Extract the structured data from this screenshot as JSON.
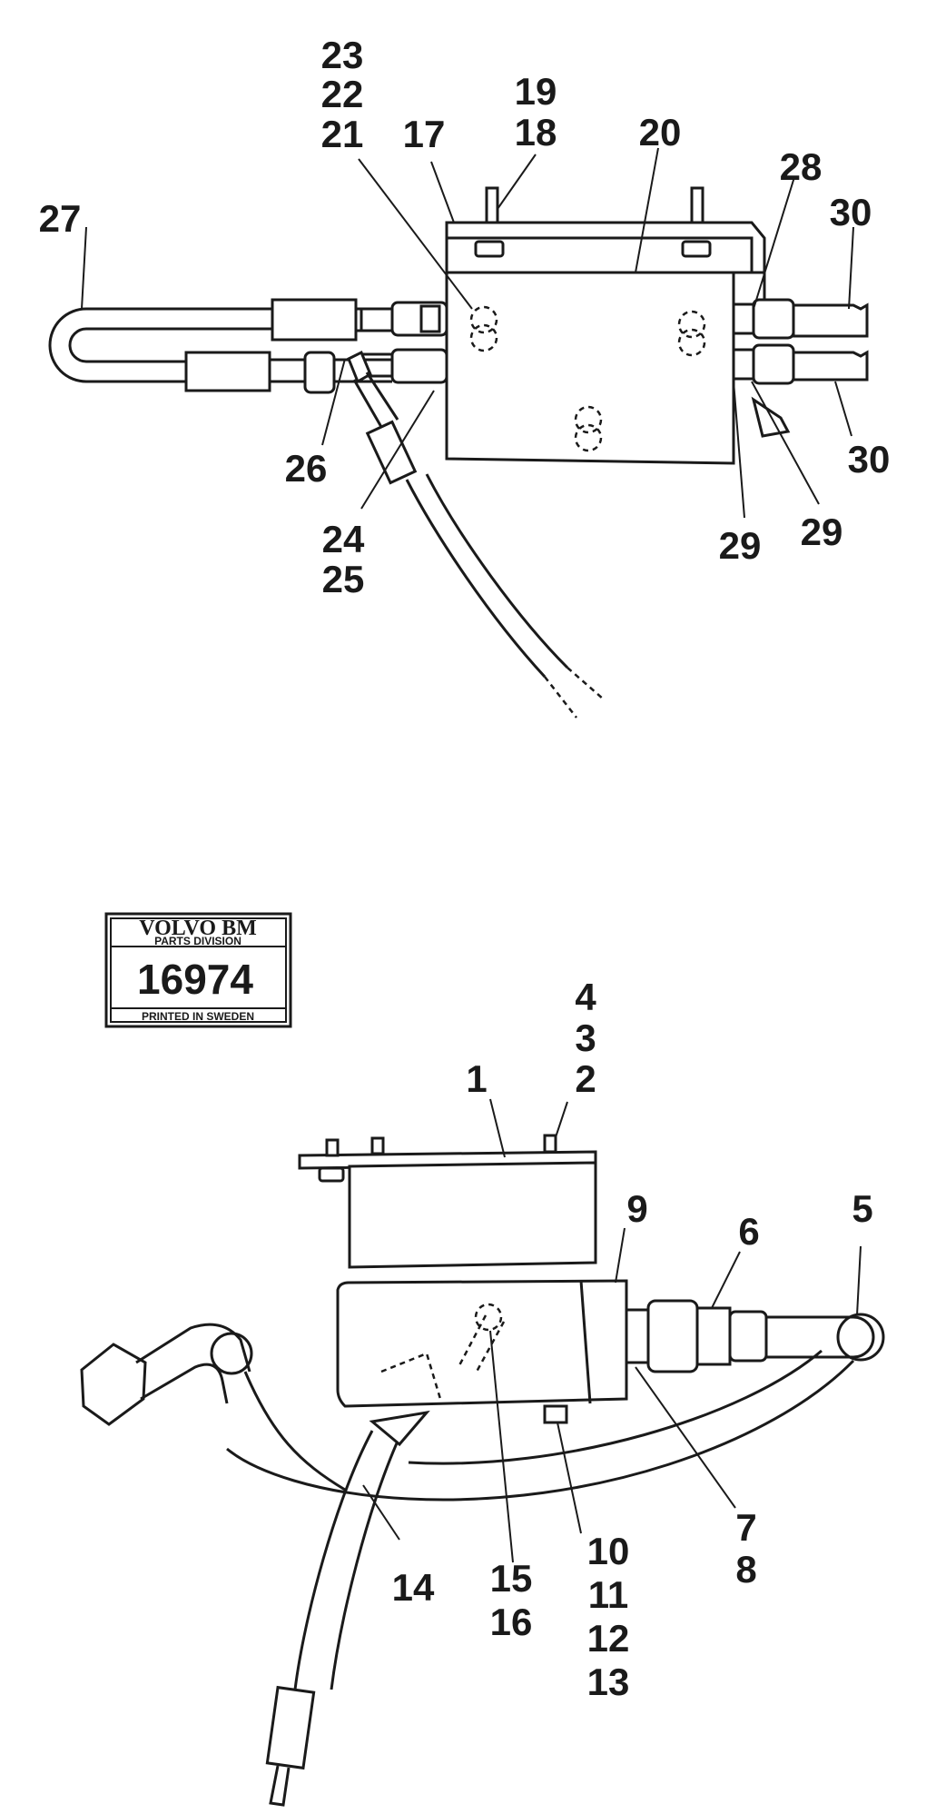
{
  "stamp": {
    "brand": "VOLVO BM",
    "division": "PARTS DIVISION",
    "number": "16974",
    "printed": "PRINTED IN SWEDEN"
  },
  "callouts": {
    "c1": "1",
    "c2": "2",
    "c3": "3",
    "c4": "4",
    "c5": "5",
    "c6": "6",
    "c7": "7",
    "c8": "8",
    "c9": "9",
    "c10": "10",
    "c11": "11",
    "c12": "12",
    "c13": "13",
    "c14": "14",
    "c15": "15",
    "c16": "16",
    "c17": "17",
    "c18": "18",
    "c19": "19",
    "c20": "20",
    "c21": "21",
    "c22": "22",
    "c23": "23",
    "c24": "24",
    "c25": "25",
    "c26": "26",
    "c27": "27",
    "c28": "28",
    "c29a": "29",
    "c29b": "29",
    "c30a": "30",
    "c30b": "30"
  }
}
